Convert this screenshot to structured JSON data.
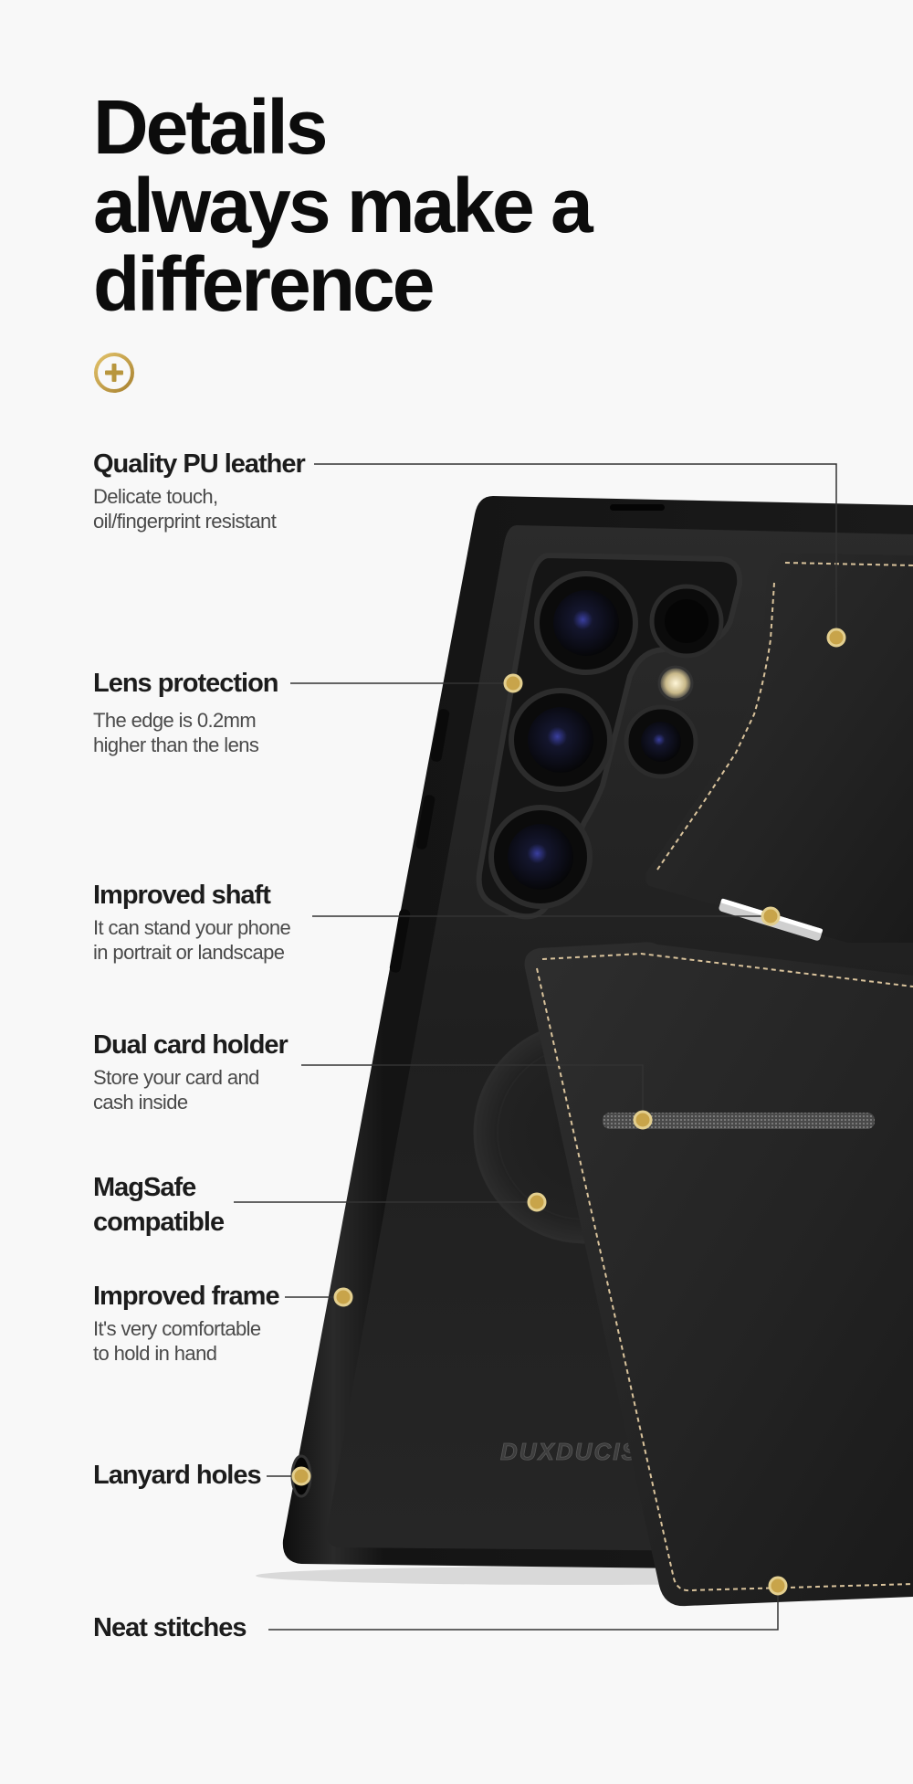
{
  "heading": {
    "lines": [
      "Details",
      "always make a",
      "difference"
    ]
  },
  "icons": {
    "plus_badge": "plus-circle-icon",
    "hotspot": "hotspot-dot-icon"
  },
  "colors": {
    "background": "#f8f8f8",
    "accent_gold": "#c8a44a",
    "leather": "#1f1f1f",
    "stitch": "#d9c39c"
  },
  "brand_logo_text": "DUXDUCIS",
  "features": [
    {
      "title": "Quality PU leather",
      "desc": [
        "Delicate touch,",
        "oil/fingerprint resistant"
      ]
    },
    {
      "title": "Lens protection",
      "desc": [
        "The edge is 0.2mm",
        "higher than the lens"
      ]
    },
    {
      "title": "Improved shaft",
      "desc": [
        "It can stand your phone",
        "in portrait or landscape"
      ]
    },
    {
      "title": "Dual card holder",
      "desc": [
        "Store your card and",
        "cash inside"
      ]
    },
    {
      "title": "MagSafe compatible",
      "title_lines": [
        "MagSafe",
        "compatible"
      ],
      "desc": []
    },
    {
      "title": "Improved frame",
      "desc": [
        "It's very comfortable",
        "to hold in hand"
      ]
    },
    {
      "title": "Lanyard holes",
      "desc": []
    },
    {
      "title": "Neat stitches",
      "desc": []
    }
  ]
}
